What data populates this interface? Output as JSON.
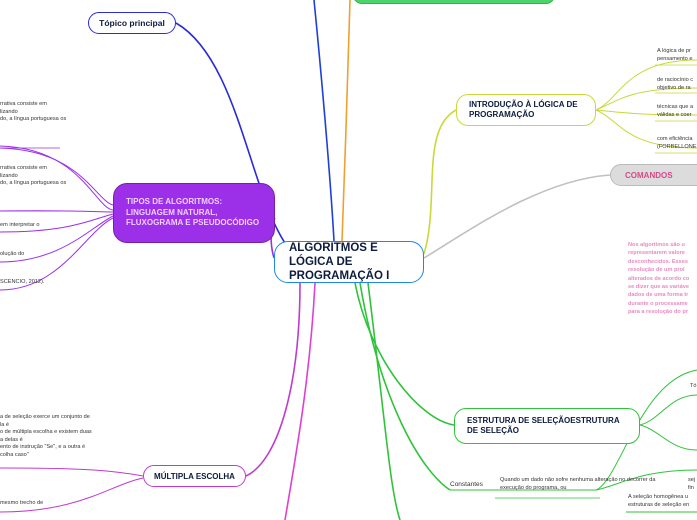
{
  "central": {
    "title": "ALGORITMOS E LÓGICA DE PROGRAMAÇÃO I"
  },
  "topics": {
    "topico_principal": "Tópico principal",
    "tipos": "TIPOS DE ALGORITMOS: LINGUAGEM NATURAL, FLUXOGRAMA E PSEUDOCÓDIGO",
    "multipla": "MÚLTIPLA ESCOLHA",
    "intro": "INTRODUÇÃO À LÓGICA DE PROGRAMAÇÃO",
    "comandos": "COMANDOS",
    "selecao": "ESTRUTURA DE SELEÇÃOESTRUTURA DE SELEÇÃO",
    "constantes": "Constantes"
  },
  "left_notes": {
    "note1": [
      "rrativa consiste em",
      "lizando",
      "do, a língua portuguesa os"
    ],
    "note2": [
      "rrativa consiste em",
      "lizando",
      "do, a língua portuguesa os"
    ],
    "note3": [
      "em interpretar o"
    ],
    "note4": [
      "olução do"
    ],
    "note5": [
      "SCENCIO, 2012)."
    ],
    "note6": [
      "a de seleção exerce um conjunto de",
      "la é",
      "o de múltipla escolha e existem duas",
      "a delas é",
      "ento de instrução \"Se\", e a outra é",
      "colha caso\""
    ],
    "note7": [
      "mesmo trecho de"
    ]
  },
  "right_notes": {
    "intro1": [
      "A lógica de pr",
      "pensamento e"
    ],
    "intro2": [
      "de raciocínio c",
      "objetivo de ra"
    ],
    "intro3": [
      "técnicas que a",
      "válidas e coer"
    ],
    "intro4": [
      "com eficiência",
      "(FORBELLONE"
    ],
    "comandos_text": [
      "Nos  algoritmos  são  u",
      "representarem  valore",
      "desconhecidos.  Esses",
      "resolução  de  um  prol",
      "alterados de acordo co",
      "se dizer que as variáve",
      "dados de uma forma tr",
      "durante o processame",
      "para a resolução do pr"
    ],
    "constantes_text": [
      "Quando um dado não sofre nenhuma alteração no decorrer da",
      "execução do programa, ou"
    ],
    "side_text": [
      "sej",
      "fin"
    ],
    "selecao_sub": [
      "Tó"
    ],
    "bottom_text": [
      "A seleção homogênea u",
      "estruturas de seleção en"
    ]
  }
}
